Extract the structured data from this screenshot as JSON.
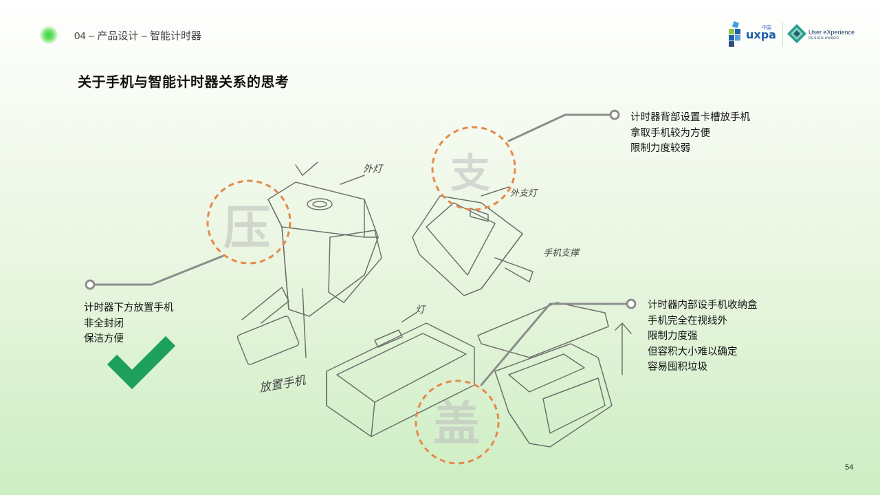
{
  "header": {
    "breadcrumb": "04 – 产品设计 – 智能计时器",
    "logo_uxpa": "uxpa",
    "logo_uxpa_cn": "中国",
    "logo_ux_line1": "User eXperience",
    "logo_ux_line2": "DESIGN AWARD"
  },
  "title": "关于手机与智能计时器关系的思考",
  "notes": {
    "left": [
      "计时器下方放置手机",
      "非全封闭",
      "保洁方便"
    ],
    "top_right": [
      "计时器背部设置卡槽放手机",
      "拿取手机较为方便",
      "限制力度较弱"
    ],
    "bottom_right": [
      "计时器内部设手机收纳盒",
      "手机完全在视线外",
      "限制力度强",
      "但容积大小难以确定",
      "容易囤积垃圾"
    ]
  },
  "sketch_labels": {
    "press": "压",
    "support": "支",
    "cover": "盖",
    "light_1": "外灯",
    "light_2": "外支灯",
    "phone_holder": "手机支撑",
    "light_3": "灯",
    "place_phone": "放置手机"
  },
  "icons": {
    "check": "check-icon",
    "accent_color": "#e8874a",
    "check_color": "#1da05a",
    "leader_color": "#8c8c8c"
  },
  "page_number": "54"
}
